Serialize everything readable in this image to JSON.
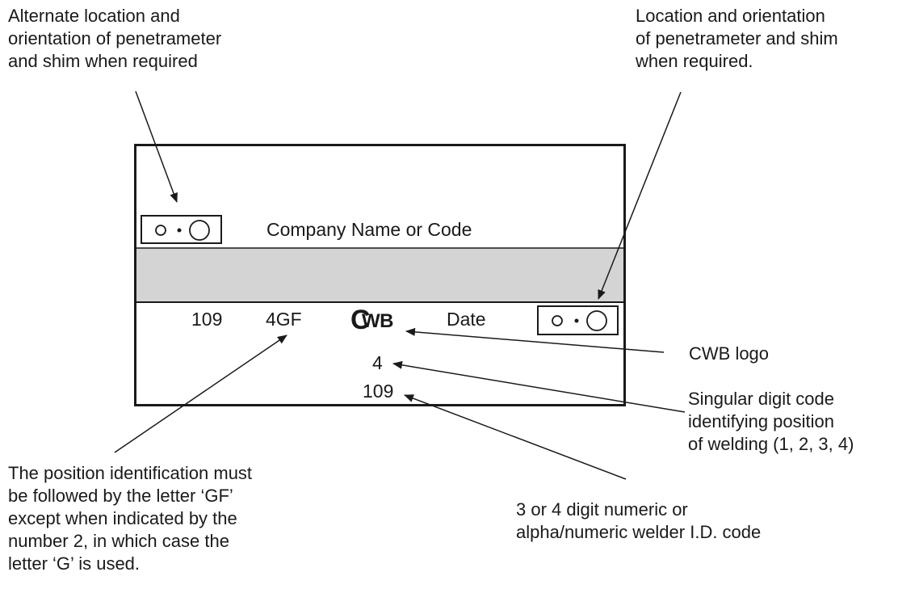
{
  "annotations": {
    "alternate_location": "Alternate location and\norientation of penetrameter\nand shim when required",
    "location": "Location and orientation\nof penetrameter and shim\nwhen required.",
    "cwb_logo": "CWB logo",
    "position_digit": "Singular digit code\nidentifying position\nof welding (1, 2, 3, 4)",
    "gf_rule": "The position identification must\nbe followed by the letter ‘GF’\nexcept when indicated  by the\nnumber 2, in which case the\nletter ‘G’ is used.",
    "welder_id": "3 or 4 digit numeric or\nalpha/numeric welder I.D. code"
  },
  "stamp": {
    "company": "Company Name or Code",
    "welder_code": "109",
    "position_code": "4GF",
    "logo_c": "C",
    "logo_text": "WB",
    "date": "Date",
    "position_digit": "4",
    "welder_code_lower": "109"
  },
  "colors": {
    "line": "#1a1a1a",
    "shaded_band": "#d4d4d4",
    "background": "#ffffff"
  }
}
